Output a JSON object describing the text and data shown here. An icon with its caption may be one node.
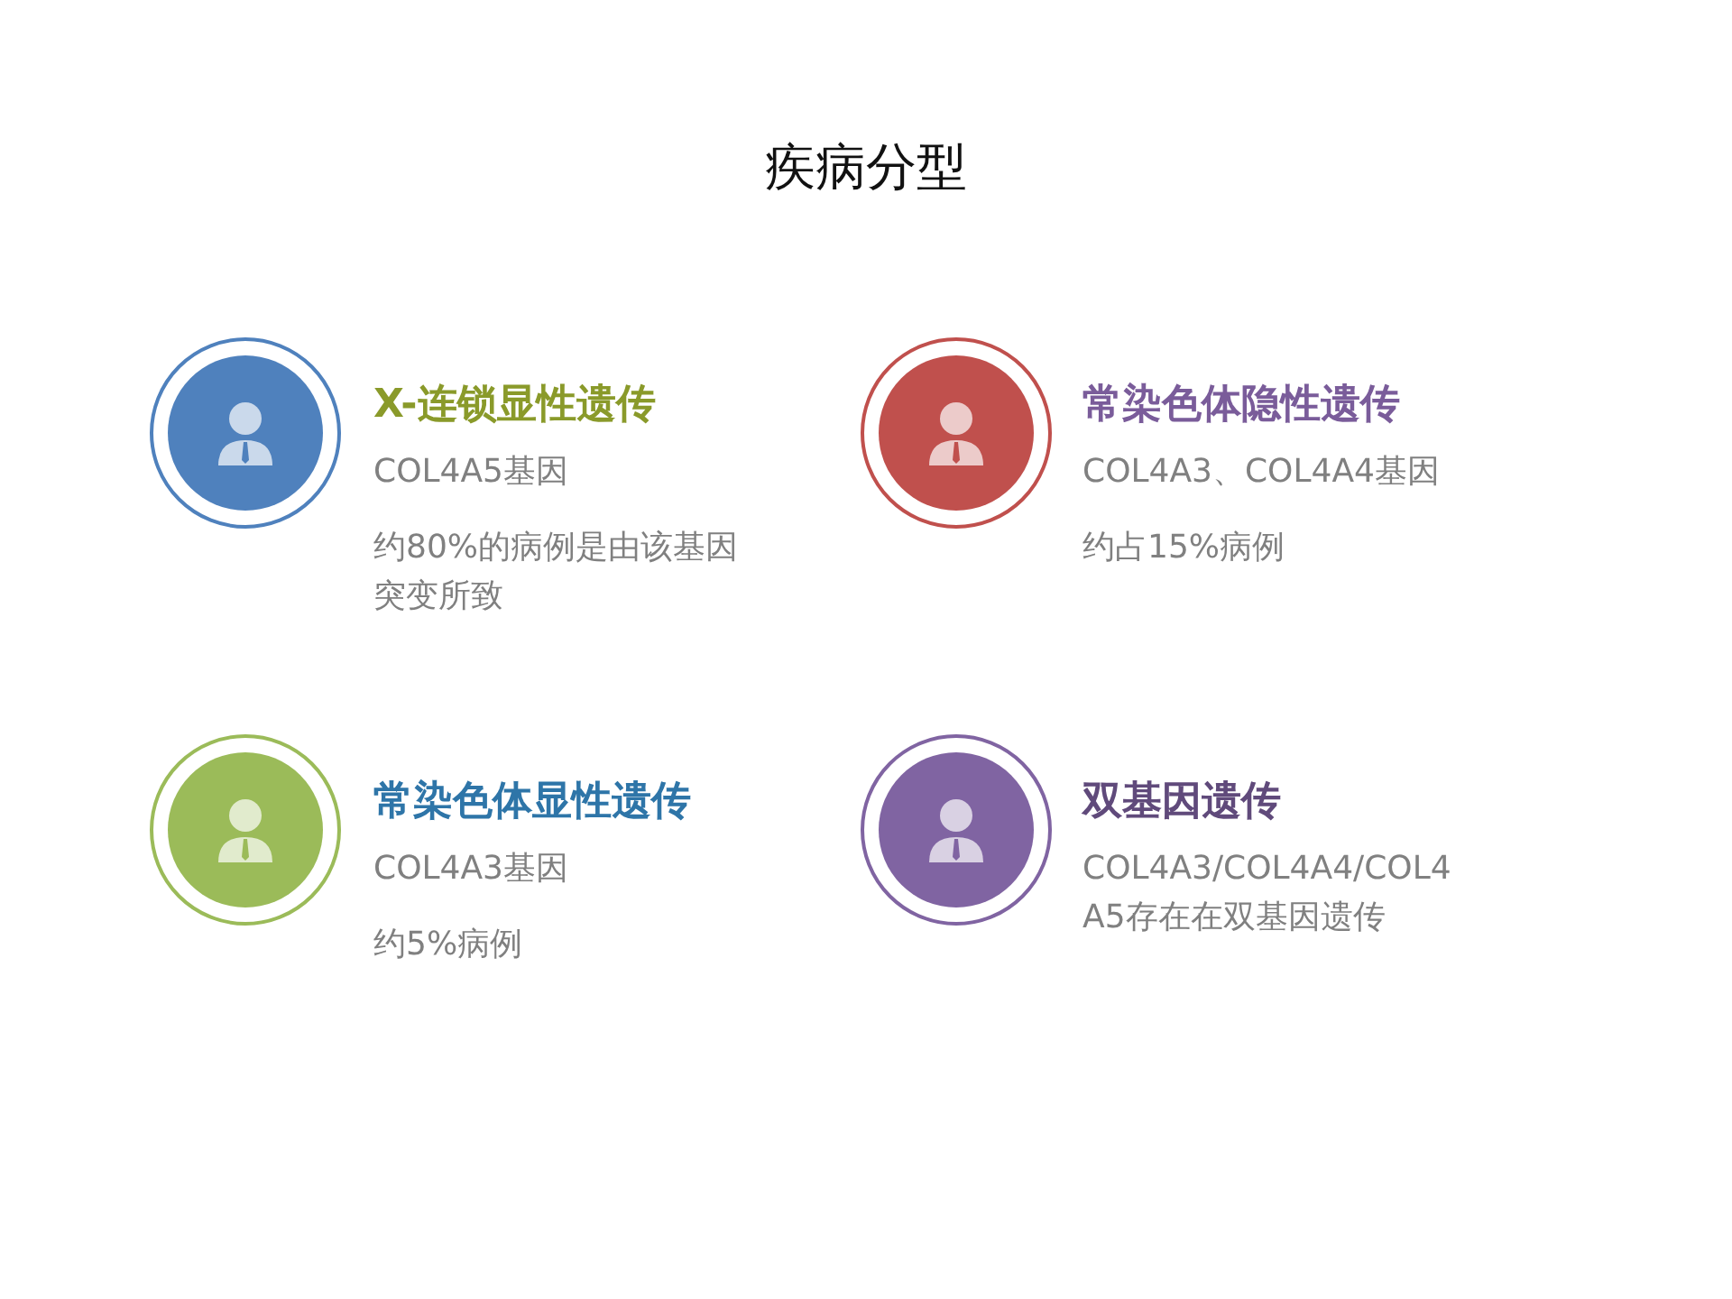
{
  "diagram": {
    "title": "疾病分型",
    "labels": [
      "X-连锁显性遗传",
      "COL4A5基因",
      "约80%的病例是由该基因突变所致",
      "常染色体隐性遗传",
      "COL4A3、COL4A4基因",
      "约占15%病例",
      "常染色体显性遗传",
      "COL4A3基因",
      "约5%病例",
      "双基因遗传",
      "COL4A3/COL4A4/COL4A5存在在双基因遗传"
    ]
  }
}
